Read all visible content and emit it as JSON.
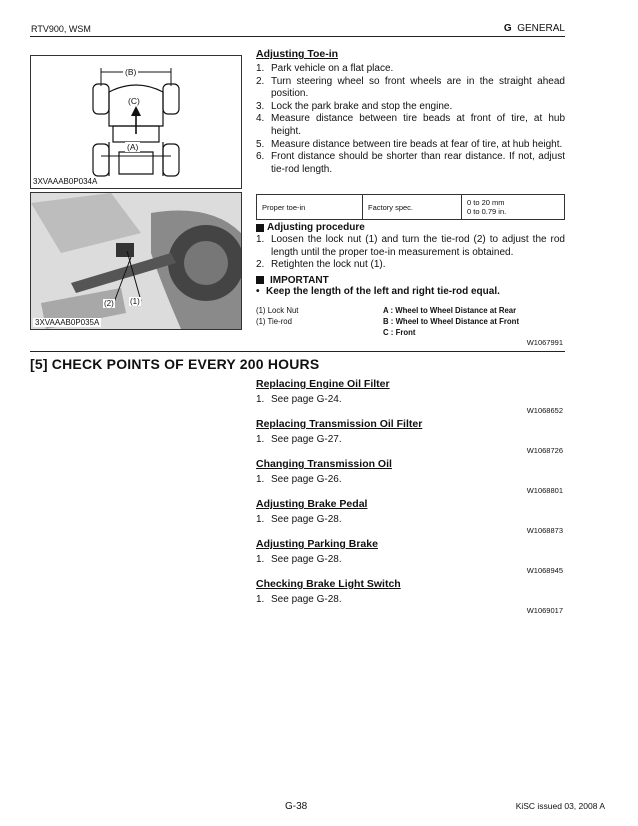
{
  "header": {
    "left": "RTV900, WSM",
    "right_letter": "G",
    "right_word": "GENERAL"
  },
  "figures": [
    {
      "caption": "3XVAAAB0P034A",
      "labels": [
        "(B)",
        "(C)",
        "(A)"
      ]
    },
    {
      "caption": "3XVAAAB0P035A",
      "labels": [
        "(2)",
        "(1)"
      ]
    }
  ],
  "toe_in": {
    "title": "Adjusting Toe-in",
    "steps": [
      "Park vehicle on a flat place.",
      "Turn steering wheel so front wheels are in the straight ahead position.",
      "Lock the park brake and stop the engine.",
      "Measure distance between tire beads at front of tire, at hub height.",
      "Measure distance between tire beads at fear of tire, at hub height.",
      "Front distance should be shorter than rear distance. If not, adjust tie-rod length."
    ],
    "spec": {
      "name": "Proper toe-in",
      "kind": "Factory spec.",
      "value1": "0 to 20 mm",
      "value2": "0 to 0.79 in."
    },
    "procedure_title": "Adjusting procedure",
    "procedure_steps": [
      "Loosen the lock nut (1) and turn the tie-rod (2) to adjust the rod length until the proper toe-in measurement is obtained.",
      "Retighten the lock nut (1)."
    ],
    "important_title": "IMPORTANT",
    "important_text": "Keep the length of the left and right tie-rod equal.",
    "legend_left": [
      "(1)  Lock Nut",
      "(1)  Tie-rod"
    ],
    "legend_right": [
      {
        "key": "A :",
        "text": "Wheel to Wheel Distance at Rear"
      },
      {
        "key": "B :",
        "text": "Wheel to Wheel Distance at Front"
      },
      {
        "key": "C :",
        "text": "Front"
      }
    ],
    "code": "W1067991"
  },
  "section": {
    "title": "[5]  CHECK  POINTS  OF  EVERY  200  HOURS"
  },
  "checks": [
    {
      "title": "Replacing Engine Oil Filter",
      "step": "See page G-24.",
      "code": "W1068652"
    },
    {
      "title": "Replacing Transmission Oil Filter",
      "step": "See page G-27.",
      "code": "W1068726"
    },
    {
      "title": "Changing Transmission Oil",
      "step": "See page G-26.",
      "code": "W1068801"
    },
    {
      "title": "Adjusting Brake Pedal",
      "step": "See page G-28.",
      "code": "W1068873"
    },
    {
      "title": "Adjusting Parking Brake",
      "step": "See page G-28.",
      "code": "W1068945"
    },
    {
      "title": "Checking Brake Light Switch",
      "step": "See page G-28.",
      "code": "W1069017"
    }
  ],
  "footer": {
    "page": "G-38",
    "issue": "KiSC issued 03, 2008 A"
  }
}
